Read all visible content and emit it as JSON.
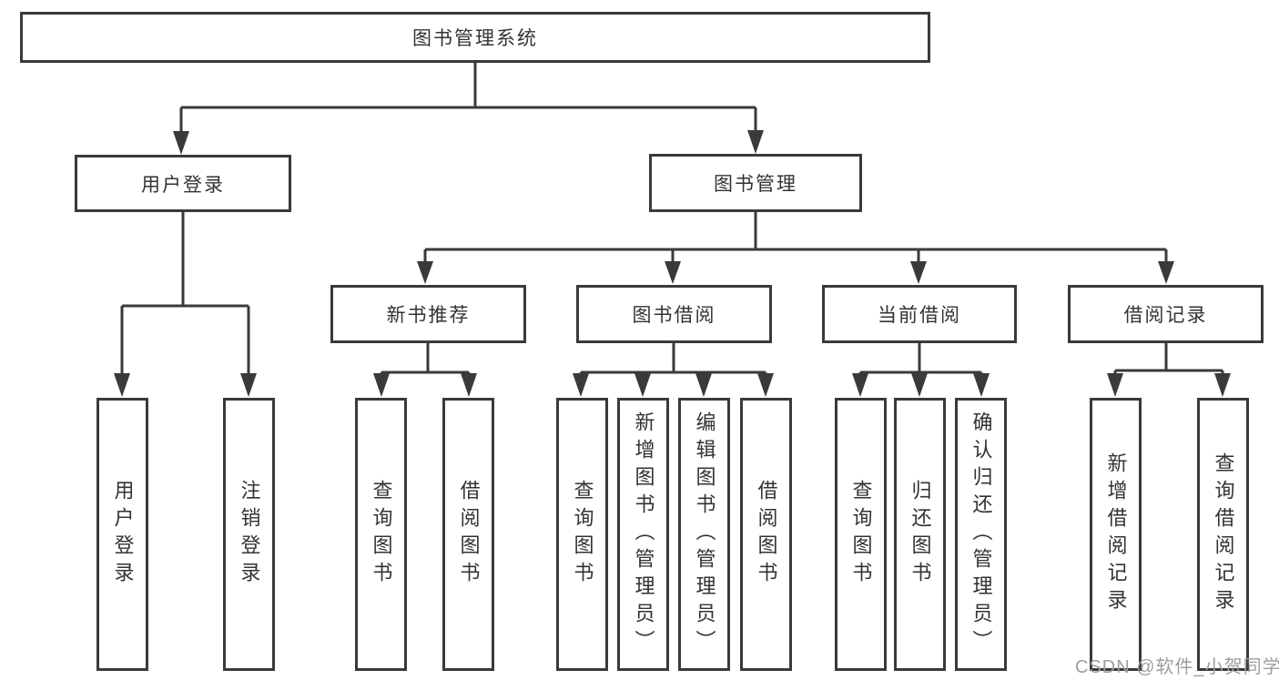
{
  "diagram": {
    "root": "图书管理系统",
    "level2": [
      "用户登录",
      "图书管理"
    ],
    "level3": [
      "新书推荐",
      "图书借阅",
      "当前借阅",
      "借阅记录"
    ],
    "leaves": {
      "user_login": [
        "用户登录",
        "注销登录"
      ],
      "new_book": [
        "查询图书",
        "借阅图书"
      ],
      "book_borrow": [
        "查询图书",
        "新增图书（管理员）",
        "编辑图书（管理员）",
        "借阅图书"
      ],
      "current_borrow": [
        "查询图书",
        "归还图书",
        "确认归还（管理员）"
      ],
      "borrow_record": [
        "新增借阅记录",
        "查询借阅记录"
      ]
    }
  },
  "watermark": "CSDN @软件_小贺同学",
  "colors": {
    "line": "#3a3a3a",
    "text": "#333333",
    "background": "#ffffff",
    "watermark": "#9e9e9e"
  }
}
